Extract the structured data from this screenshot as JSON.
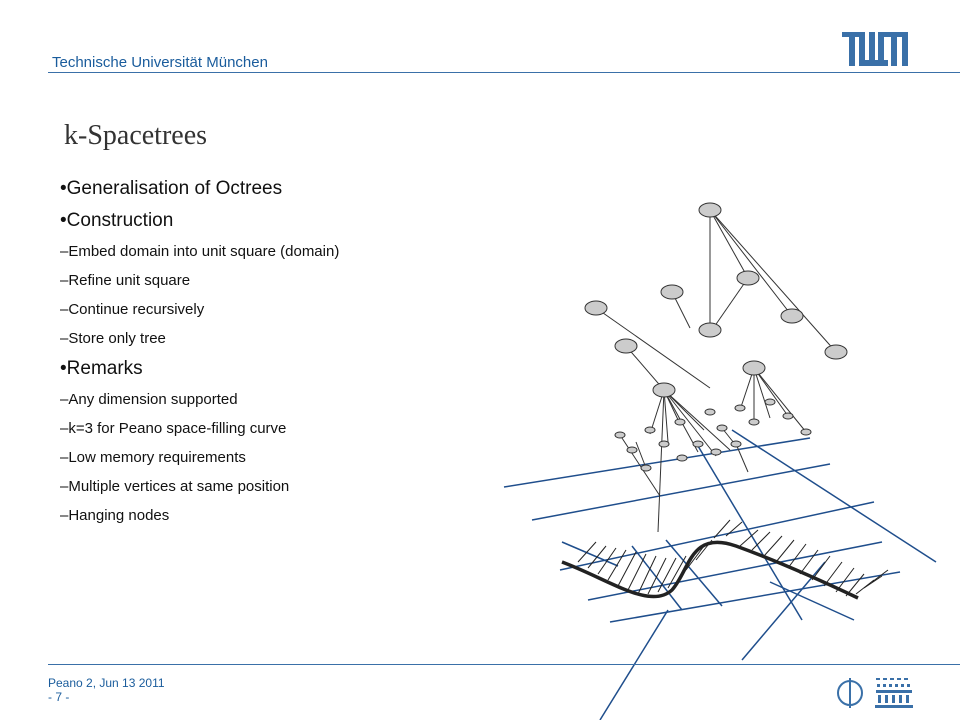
{
  "header": {
    "university": "Technische Universität München",
    "logo": "TUM",
    "logo_icon": "tum-logo",
    "brand_color": "#3a70a8"
  },
  "slide": {
    "title": "k-Spacetrees",
    "bullets": [
      {
        "level": 1,
        "text": "•Generalisation of Octrees"
      },
      {
        "level": 1,
        "text": "•Construction"
      },
      {
        "level": 2,
        "text": "–Embed domain into unit square (domain)"
      },
      {
        "level": 2,
        "text": "–Refine unit square"
      },
      {
        "level": 2,
        "text": "–Continue recursively"
      },
      {
        "level": 2,
        "text": "–Store only tree"
      },
      {
        "level": 1,
        "text": "•Remarks"
      },
      {
        "level": 2,
        "text": "–Any dimension supported"
      },
      {
        "level": 2,
        "text": "–k=3 for Peano space-filling curve"
      },
      {
        "level": 2,
        "text": "–Low memory requirements"
      },
      {
        "level": 2,
        "text": "–Multiple vertices at same position"
      },
      {
        "level": 2,
        "text": "–Hanging nodes"
      }
    ]
  },
  "footer": {
    "date": "Peano 2, Jun 13 2011",
    "page": "- 7 -",
    "icons": [
      "tum-tower-icon",
      "tum-building-icon"
    ]
  }
}
